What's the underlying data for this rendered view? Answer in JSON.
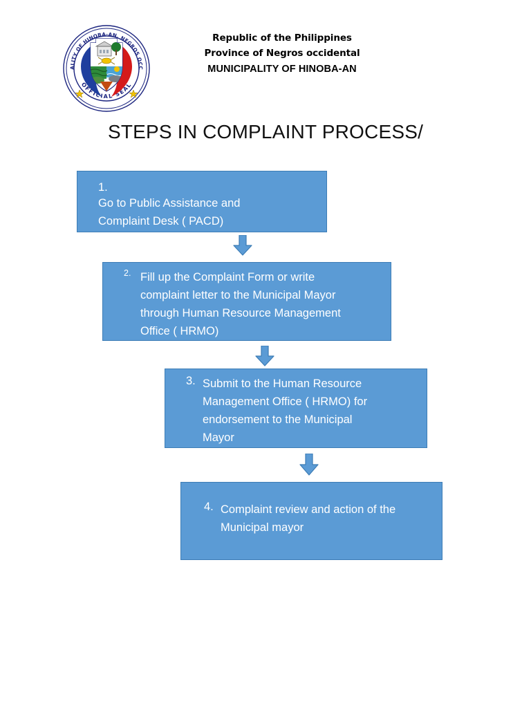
{
  "document": {
    "page_background": "#ffffff"
  },
  "letterhead": {
    "seal": {
      "icon": "municipal-seal-icon",
      "outer_ring_top_text": "MUNICIPALITY OF HINOBA-AN, NEGROS OCCIDENTAL",
      "outer_ring_bottom_text": "OFFICIAL SEAL",
      "colors": {
        "blue": "#1F3F9E",
        "red": "#D41A1A",
        "ring": "#1A237E",
        "star": "#F2C300"
      }
    },
    "lines": [
      "Republic of the Philippines",
      "Province of Negros occidental",
      "MUNICIPALITY OF HINOBA-AN"
    ]
  },
  "title": "STEPS IN COMPLAINT PROCESS/",
  "flow": {
    "box_fill": "#5B9BD5",
    "box_border": "#3C7CB5",
    "text_color": "#FFFFFF",
    "arrow_fill": "#5B9BD5",
    "arrow_border": "#3C7CB5",
    "steps": [
      {
        "number": "1.",
        "text": "Go to Public Assistance and\nComplaint Desk ( PACD)"
      },
      {
        "number": "2.",
        "text": "Fill up the Complaint Form or write\ncomplaint letter to the Municipal Mayor\nthrough Human Resource Management\nOffice ( HRMO)"
      },
      {
        "number": "3.",
        "text": "Submit to the Human Resource\nManagement Office ( HRMO) for\nendorsement to the Municipal\nMayor"
      },
      {
        "number": "4.",
        "text": "Complaint review and action of the\nMunicipal mayor"
      }
    ],
    "connectors": [
      {
        "name": "arrow-step1-to-step2"
      },
      {
        "name": "arrow-step2-to-step3"
      },
      {
        "name": "arrow-step3-to-step4"
      }
    ]
  }
}
